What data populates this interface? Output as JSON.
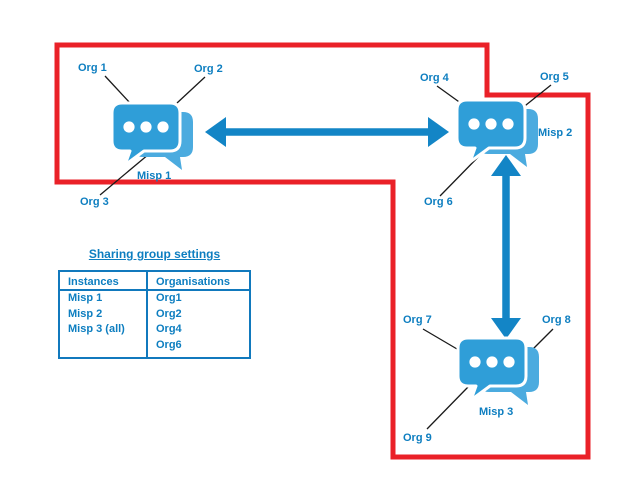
{
  "labels": {
    "org1": "Org 1",
    "org2": "Org 2",
    "org3": "Org 3",
    "org4": "Org 4",
    "org5": "Org 5",
    "org6": "Org 6",
    "org7": "Org 7",
    "org8": "Org 8",
    "org9": "Org 9",
    "misp1": "Misp 1",
    "misp2": "Misp 2",
    "misp3": "Misp 3"
  },
  "table": {
    "title": "Sharing group settings",
    "headers": [
      "Instances",
      "Organisations"
    ],
    "instances": [
      "Misp 1",
      "Misp 2",
      "Misp 3 (all)"
    ],
    "organisations": [
      "Org1",
      "Org2",
      "Org4",
      "Org6"
    ]
  },
  "colors": {
    "red": "#ea2128",
    "icon_blue": "#2f9ed8",
    "icon_blue_light": "#4babdf",
    "arrow_blue": "#1385c6",
    "text_blue": "#0d7ec0",
    "table_border": "#1179bd",
    "connector_black": "#1a1a1a"
  }
}
